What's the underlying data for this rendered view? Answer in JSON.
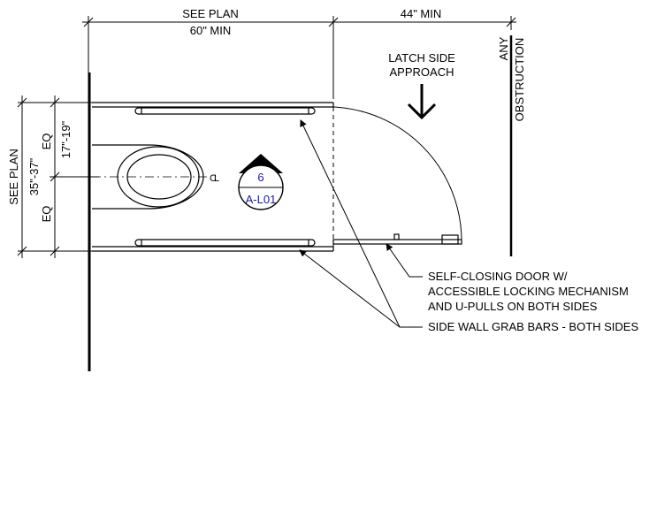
{
  "dimensions": {
    "top_left_1": "SEE PLAN",
    "top_left_2": "60\" MIN",
    "top_right": "44\" MIN",
    "left_outer": "SEE PLAN",
    "left_mid": "35\"-37\"",
    "left_upper_eq": "EQ",
    "left_upper_range": "17\"-19\"",
    "left_lower_eq": "EQ"
  },
  "obstruction": {
    "line1": "ANY",
    "line2": "OBSTRUCTION"
  },
  "approach": {
    "line1": "LATCH SIDE",
    "line2": "APPROACH"
  },
  "centerline_mark": "CL",
  "detail_tag": {
    "number": "6",
    "sheet": "A-L01"
  },
  "callouts": {
    "door_line1": "SELF-CLOSING DOOR W/",
    "door_line2": "ACCESSIBLE LOCKING MECHANISM",
    "door_line3": "AND U-PULLS ON BOTH SIDES",
    "grab_bars": "SIDE WALL GRAB BARS - BOTH SIDES"
  },
  "colors": {
    "linework": "#000000",
    "tag_text": "#1a1aa0"
  }
}
